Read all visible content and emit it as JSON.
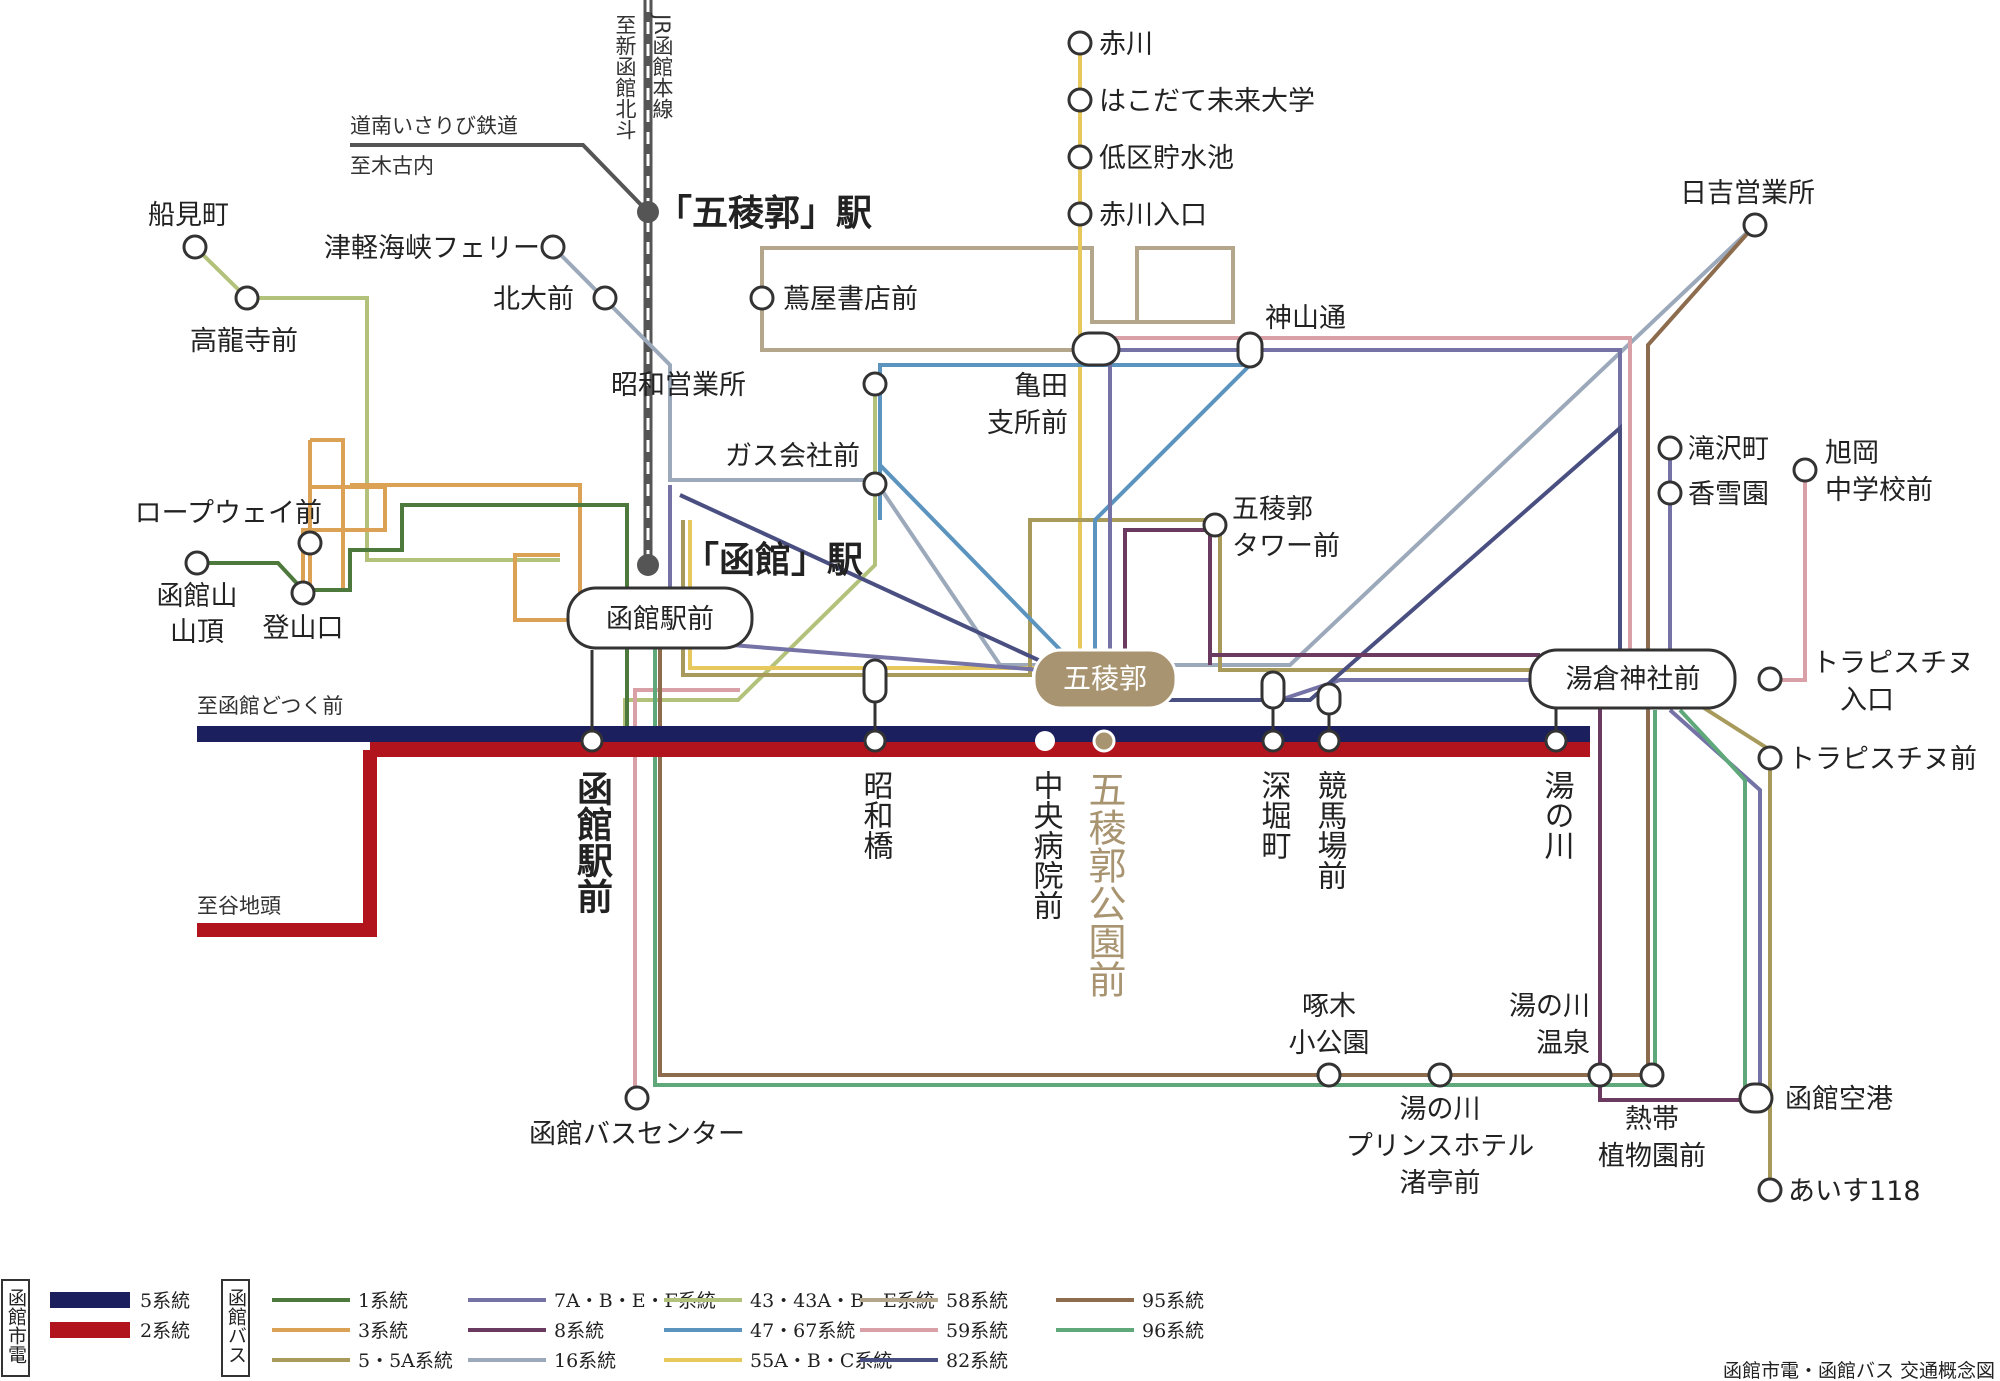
{
  "directions": {
    "jr_main": "JR函館本線",
    "to_shin_hakodate": "至新函館北斗",
    "isaribi": "道南いさりび鉄道",
    "to_kikonai": "至木古内",
    "to_dotsuku": "至函館どつく前",
    "to_yachigashira": "至谷地頭"
  },
  "rail_stations": {
    "goryokaku": "「五稜郭」駅",
    "hakodate": "「函館」駅"
  },
  "hubs": {
    "hakodate_ekimae": "函館駅前",
    "goryokaku": "五稜郭",
    "yunokawa_jinja": "湯倉神社前"
  },
  "tram_stops": {
    "hakodate_ekimae": "函館駅前",
    "showabashi": "昭和橋",
    "chuo_byoin": "中央病院前",
    "goryokaku_koen": "五稜郭公園前",
    "fukaborimachi": "深堀町",
    "keibajo": "競馬場前",
    "yunokawa": "湯の川"
  },
  "bus_stops": {
    "akagawa": "赤川",
    "future_univ": "はこだて未来大学",
    "teiku": "低区貯水池",
    "akagawa_iriguchi": "赤川入口",
    "funamicho": "船見町",
    "koryuji": "高龍寺前",
    "ferry": "津軽海峡フェリー",
    "hokudai": "北大前",
    "tsutaya": "蔦屋書店前",
    "showa_eigyosho": "昭和営業所",
    "gas": "ガス会社前",
    "ropeway": "ロープウェイ前",
    "summit_1": "函館山",
    "summit_2": "山頂",
    "tozanguchi": "登山口",
    "kameda_1": "亀田",
    "kameda_2": "支所前",
    "kamiyama": "神山通",
    "tower_1": "五稜郭",
    "tower_2": "タワー前",
    "hiyoshi": "日吉営業所",
    "takizawa": "滝沢町",
    "kosetsuen": "香雪園",
    "asahioka_1": "旭岡",
    "asahioka_2": "中学校前",
    "trapist_iriguchi_1": "トラピスチヌ",
    "trapist_iriguchi_2": "入口",
    "trapist": "トラピスチヌ前",
    "kitsutsuki_1": "啄木",
    "kitsutsuki_2": "小公園",
    "onsen_1": "湯の川",
    "onsen_2": "温泉",
    "prince_1": "湯の川",
    "prince_2": "プリンスホテル",
    "prince_3": "渚亭前",
    "nettai_1": "熱帯",
    "nettai_2": "植物園前",
    "airport": "函館空港",
    "aisu": "あいす118",
    "bus_center": "函館バスセンター"
  },
  "legend": {
    "tram_title": "函館市電",
    "bus_title": "函館バス",
    "tram": [
      {
        "label": "5系統",
        "color": "#1c1f5e"
      },
      {
        "label": "2系統",
        "color": "#b2141d"
      }
    ],
    "bus": [
      {
        "label": "1系統",
        "color": "#4d7a3c"
      },
      {
        "label": "3系統",
        "color": "#dba154"
      },
      {
        "label": "5・5A系統",
        "color": "#a89a5a"
      },
      {
        "label": "7A・B・E・F系統",
        "color": "#7573a6"
      },
      {
        "label": "8系統",
        "color": "#6b3a60"
      },
      {
        "label": "16系統",
        "color": "#9ba9bb"
      },
      {
        "label": "43・43A・B・E系統",
        "color": "#b3c27a"
      },
      {
        "label": "47・67系統",
        "color": "#5c94c0"
      },
      {
        "label": "55A・B・C系統",
        "color": "#e6c85c"
      },
      {
        "label": "58系統",
        "color": "#b4a68b"
      },
      {
        "label": "59系統",
        "color": "#d9a0a8"
      },
      {
        "label": "82系統",
        "color": "#4a4f82"
      },
      {
        "label": "95系統",
        "color": "#8d6c4e"
      },
      {
        "label": "96系統",
        "color": "#5fa87a"
      }
    ]
  },
  "caption": "函館市電・函館バス 交通概念図",
  "colors": {
    "goryokaku_hub": "#a89470",
    "tram_blue": "#1c1f5e",
    "tram_red": "#b2141d"
  }
}
